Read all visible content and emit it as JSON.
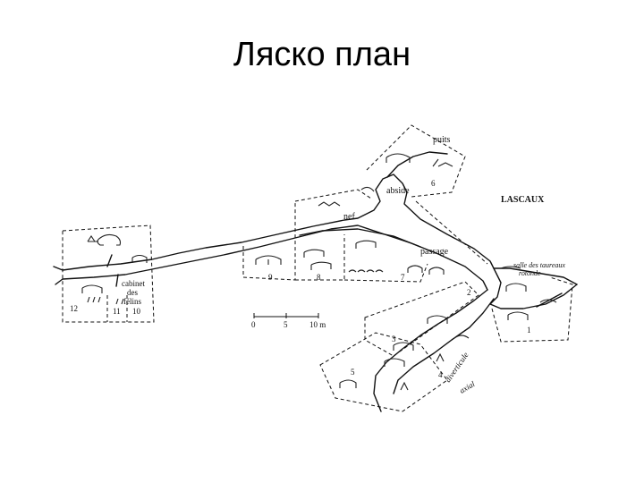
{
  "slide": {
    "title": "Ляско план"
  },
  "map": {
    "title": "LASCAUX",
    "labels": {
      "puits": "puits",
      "abside": "abside",
      "nef": "nef",
      "passage": "passage",
      "salle": "salle des taureaux",
      "rotonde": "rotonde",
      "cabinet": "cabinet",
      "des": "des",
      "felins": "félins",
      "diverticule": "diverticule",
      "axial": "axial"
    },
    "zones": [
      "1",
      "2",
      "3",
      "4",
      "5",
      "6",
      "7",
      "8",
      "9",
      "10",
      "11",
      "12"
    ],
    "scale": {
      "zero": "0",
      "mid": "5",
      "end": "10 m"
    }
  },
  "colors": {
    "line": "#111111",
    "background": "#ffffff"
  }
}
